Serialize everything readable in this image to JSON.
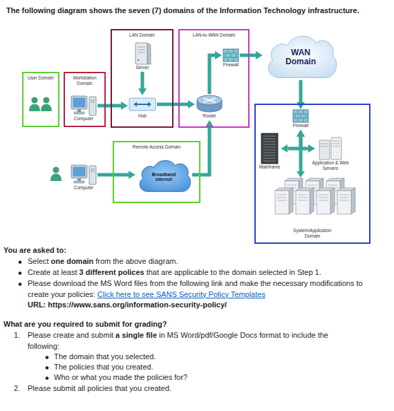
{
  "diagram": {
    "title": "The following diagram shows the seven (7) domains of the Information Technology infrastructure.",
    "nodes": [
      {
        "text": [
          "User Domain"
        ]
      },
      {
        "text": [
          "Workstation Domain"
        ]
      },
      {
        "text": [
          "Computer"
        ],
        "in": 1
      },
      {
        "text": [
          "LAN Domain"
        ]
      },
      {
        "text": [
          "Server"
        ],
        "in": 3
      },
      {
        "text": [
          "Hub"
        ],
        "in": 3
      },
      {
        "text": [
          "LAN-to-WAN Domain"
        ]
      },
      {
        "text": [
          "Firewall"
        ],
        "in": 6
      },
      {
        "text": [
          "Router"
        ],
        "in": 6
      },
      {
        "text": [
          "WAN Domain"
        ]
      },
      {
        "text": [
          "Remote Access Domain"
        ]
      },
      {
        "text": [
          "Broadband Internet"
        ],
        "in": 10
      },
      {
        "text": [
          "Computer"
        ]
      },
      {
        "text": [
          "System/Application Domain"
        ]
      },
      {
        "text": [
          "Firewall"
        ],
        "in": 13
      },
      {
        "text": [
          "Mainframe"
        ],
        "in": 13
      },
      {
        "text": [
          "Application & Web Servers"
        ],
        "in": 13
      }
    ],
    "edges": [
      {
        "from": 2,
        "to": 5,
        "arrow": "to"
      },
      {
        "from": 4,
        "to": 5,
        "arrow": "to"
      },
      {
        "from": 5,
        "to": 8,
        "arrow": "to"
      },
      {
        "from": 8,
        "to": 7,
        "arrow": "to"
      },
      {
        "from": 7,
        "to": 9,
        "arrow": "to"
      },
      {
        "from": 9,
        "to": 14,
        "arrow": "to"
      },
      {
        "from": 14,
        "to": 15,
        "arrow": "both"
      },
      {
        "from": 14,
        "to": 16,
        "arrow": "both"
      },
      {
        "from": 12,
        "to": 11,
        "arrow": "to"
      },
      {
        "from": 11,
        "to": 8,
        "arrow": "to"
      }
    ],
    "labels": [
      "You are asked to:",
      "Select",
      "one domain",
      "from the above diagram.",
      "Create at least",
      "3 different polices",
      "that are applicable to the domain selected in Step 1.",
      "Please download the MS Word files from the following link and make the necessary modifications to create your policies:",
      "Click here to see SANS Security Policy Templates",
      "URL: https://www.sans.org/information-security-policy/",
      "What are you required to submit for grading?",
      "1.",
      "Please create and submit",
      "a single file",
      "in MS Word/pdf/Google Docs format to include the following:",
      "The domain that you selected.",
      "The policies that you created.",
      "Who or what you made the policies for?",
      "2.",
      "Please submit all policies that you created."
    ]
  }
}
